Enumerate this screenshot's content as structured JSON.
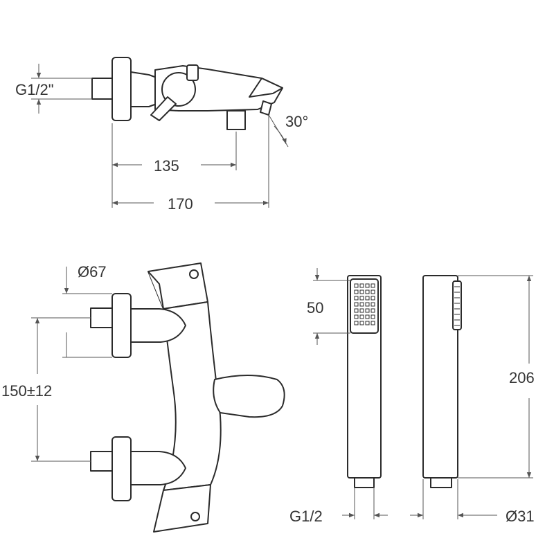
{
  "dimensions": {
    "thread_top": "G1/2\"",
    "angle": "30°",
    "length_135": "135",
    "length_170": "170",
    "diameter_flange": "Ø67",
    "centres": "150±12",
    "spray_face": "50",
    "shower_length": "206",
    "thread_hose": "G1/2",
    "diameter_handle": "Ø31"
  },
  "colors": {
    "line": "#2b2b2b",
    "dimension": "#555555",
    "background": "#ffffff"
  }
}
